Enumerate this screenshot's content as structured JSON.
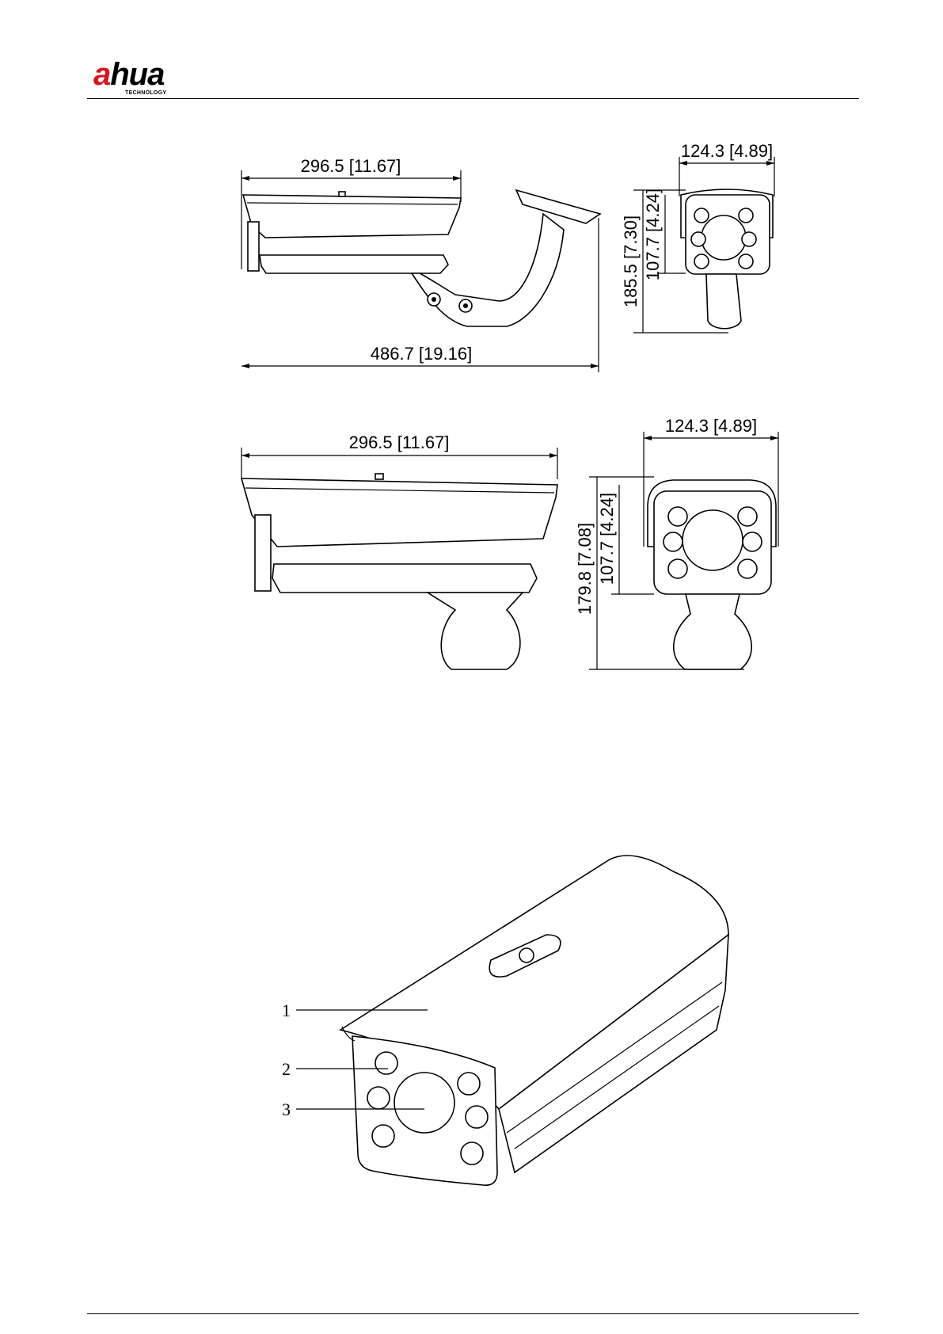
{
  "header": {
    "logo_text_a": "a",
    "logo_text_rest": "hua",
    "logo_sub": "TECHNOLOGY",
    "brand_color": "#d4161e"
  },
  "figure1": {
    "top_width": "296.5 [11.67]",
    "total_length": "486.7 [19.16]",
    "front_width": "124.3 [4.89]",
    "total_height": "185.5 [7.30]",
    "body_height": "107.7 [4.24]"
  },
  "figure2": {
    "top_width": "296.5 [11.67]",
    "front_width": "124.3 [4.89]",
    "total_height": "179.8 [7.08]",
    "body_height": "107.7 [4.24]"
  },
  "figure3": {
    "callouts": [
      "1",
      "2",
      "3"
    ]
  }
}
